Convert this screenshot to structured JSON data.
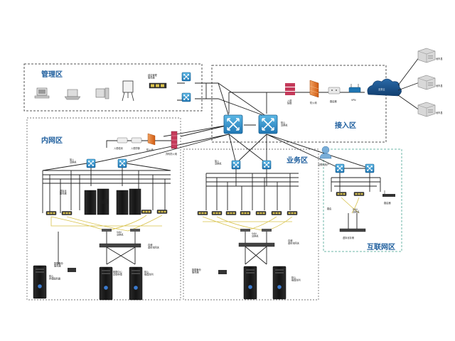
{
  "zones": {
    "management": "管理区",
    "internal": "内网区",
    "business": "业务区",
    "access": "接入区",
    "internet": "互联网区"
  },
  "internet_cloud": {
    "label": "业务云"
  },
  "access_chain": {
    "ips": "入侵\n防御",
    "firewall": "防火墙",
    "router": "路由器",
    "vpn": "VPN"
  },
  "remote_servers": {
    "label": "地市县"
  },
  "core_switch_label": "核心\n交换机",
  "mgmt_devices": {
    "label": "综合管理\n服务器"
  },
  "internal_top": {
    "device_a": "入侵检测",
    "device_b": "入侵防御",
    "firewall": "防火墙",
    "core_fw": "异构防火墙"
  },
  "panels": {
    "internal": {
      "access_switch": "接入\n交换机",
      "db_left": "虚拟化\n服务器",
      "db_mid": "核心数据\n库服务器",
      "san": "SAN\n交换机",
      "storage": "存储\n虚拟化网关",
      "backup": "数据备份\n服务器",
      "bottom_cab": "核心\n存储服务器",
      "bottom_mid": "数据中心\n近线存储",
      "bottom_right": "核心\n磁盘阵列"
    },
    "business": {
      "access_switch": "接入\n交换机",
      "san": "SAN\n交换机",
      "storage": "存储\n虚拟化网关",
      "backup": "数据备份\n服务器",
      "bottom_cab": "核心\n磁盘阵列"
    },
    "internet": {
      "user": "互联网用户",
      "router_dev": "路由器",
      "san": "SAN\n交换机",
      "storage": "虚拟化存储",
      "device_r": "路由"
    }
  },
  "colors": {
    "zone_label": "#1f5f9e",
    "switch": "#2e8fc8",
    "firewall": "#e07020",
    "cloud": "#1a4f8a",
    "wire_yellow": "#d8c24a",
    "panel_border_gray": "#777777",
    "panel_border_green": "#6fb7a8"
  }
}
